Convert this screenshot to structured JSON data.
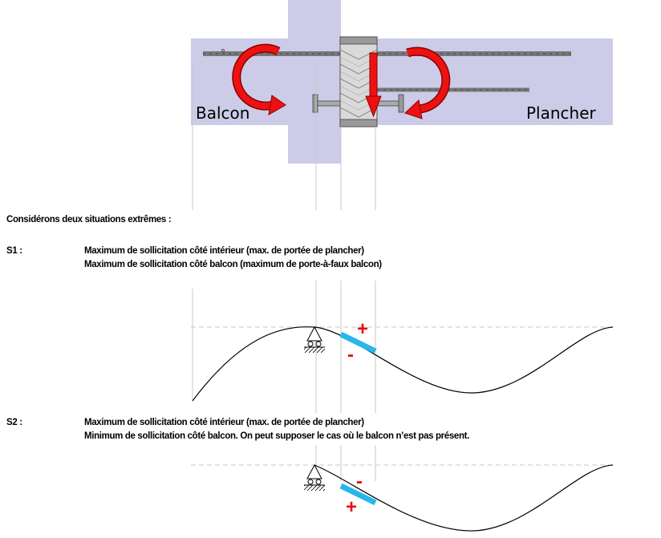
{
  "diagram": {
    "labels": {
      "balcony": "Balcon",
      "floor": "Plancher"
    },
    "intro": "Considérons deux situations extrêmes :",
    "situations": [
      {
        "id": "S1 :",
        "lines": [
          "Maximum de sollicitation côté intérieur (max. de portée de plancher)",
          "Maximum de sollicitation côté balcon (maximum de porte-à-faux balcon)"
        ],
        "signs": {
          "upper": "+",
          "lower": "-"
        }
      },
      {
        "id": "S2 :",
        "lines": [
          "Maximum de sollicitation côté intérieur (max. de portée de plancher)",
          "Minimum de sollicitation côté balcon. On peut supposer le cas où le balcon n’est pas présent."
        ],
        "signs": {
          "upper": "-",
          "lower": "+"
        }
      }
    ],
    "colors": {
      "background_band": "#cccce8",
      "arrow": "#ee1111",
      "highlight_segment": "#29b6ea",
      "plus_minus": "#e81010",
      "curve": "#000000",
      "reference_line": "#c8c8c8"
    }
  }
}
